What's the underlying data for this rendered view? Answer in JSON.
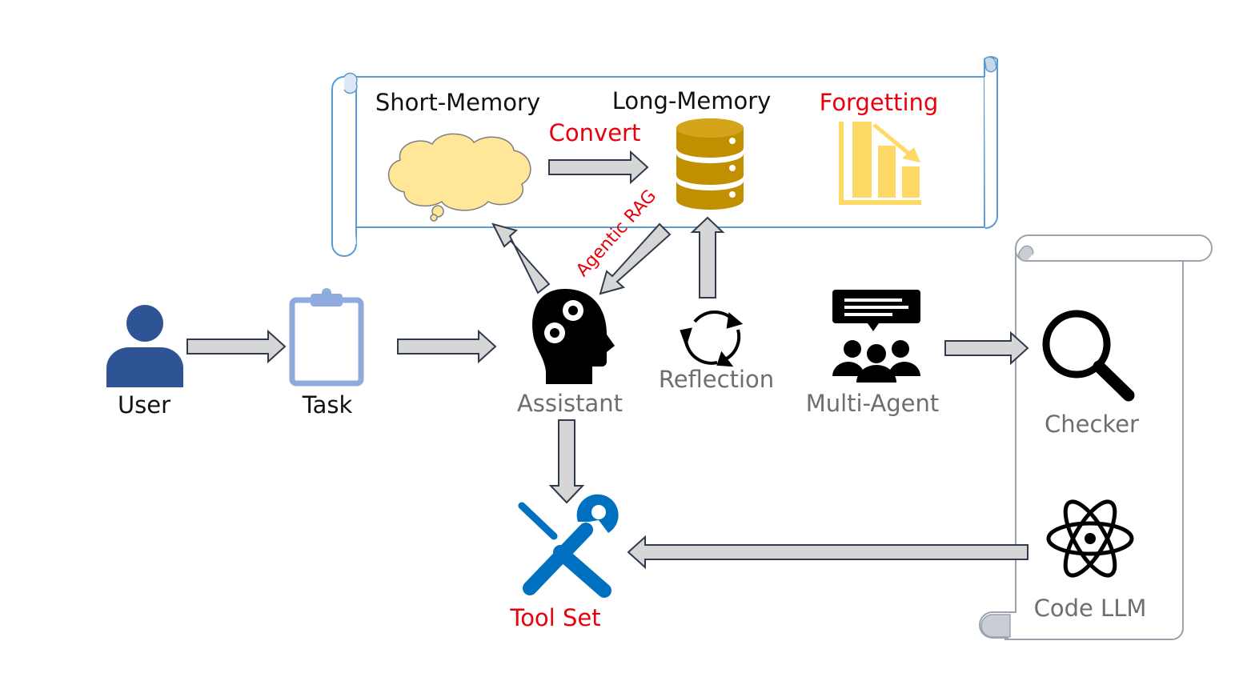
{
  "memory_scroll": {
    "short_memory_label": "Short-Memory",
    "long_memory_label": "Long-Memory",
    "forgetting_label": "Forgetting",
    "convert_label": "Convert"
  },
  "agentic_rag_label": "Agentic RAG",
  "nodes": {
    "user_label": "User",
    "task_label": "Task",
    "assistant_label": "Assistant",
    "reflection_label": "Reflection",
    "multi_agent_label": "Multi-Agent",
    "tool_set_label": "Tool Set"
  },
  "tools_scroll": {
    "checker_label": "Checker",
    "code_llm_label": "Code LLM"
  },
  "colors": {
    "highlight_red": "#e8000b",
    "black_label": "#111111",
    "gray_label": "#6e6e6e",
    "scroll_stroke": "#5b9bd5",
    "scroll_stroke_gray": "#9aa3ad",
    "arrow_fill": "#d6d6d6",
    "arrow_stroke": "#2f3b4c",
    "user_blue": "#2f5496",
    "task_blue": "#8faadc",
    "db_gold": "#c09000",
    "forgetting_yellow": "#ffd966",
    "cloud_yellow": "#ffe699",
    "tool_blue": "#0070c0"
  }
}
